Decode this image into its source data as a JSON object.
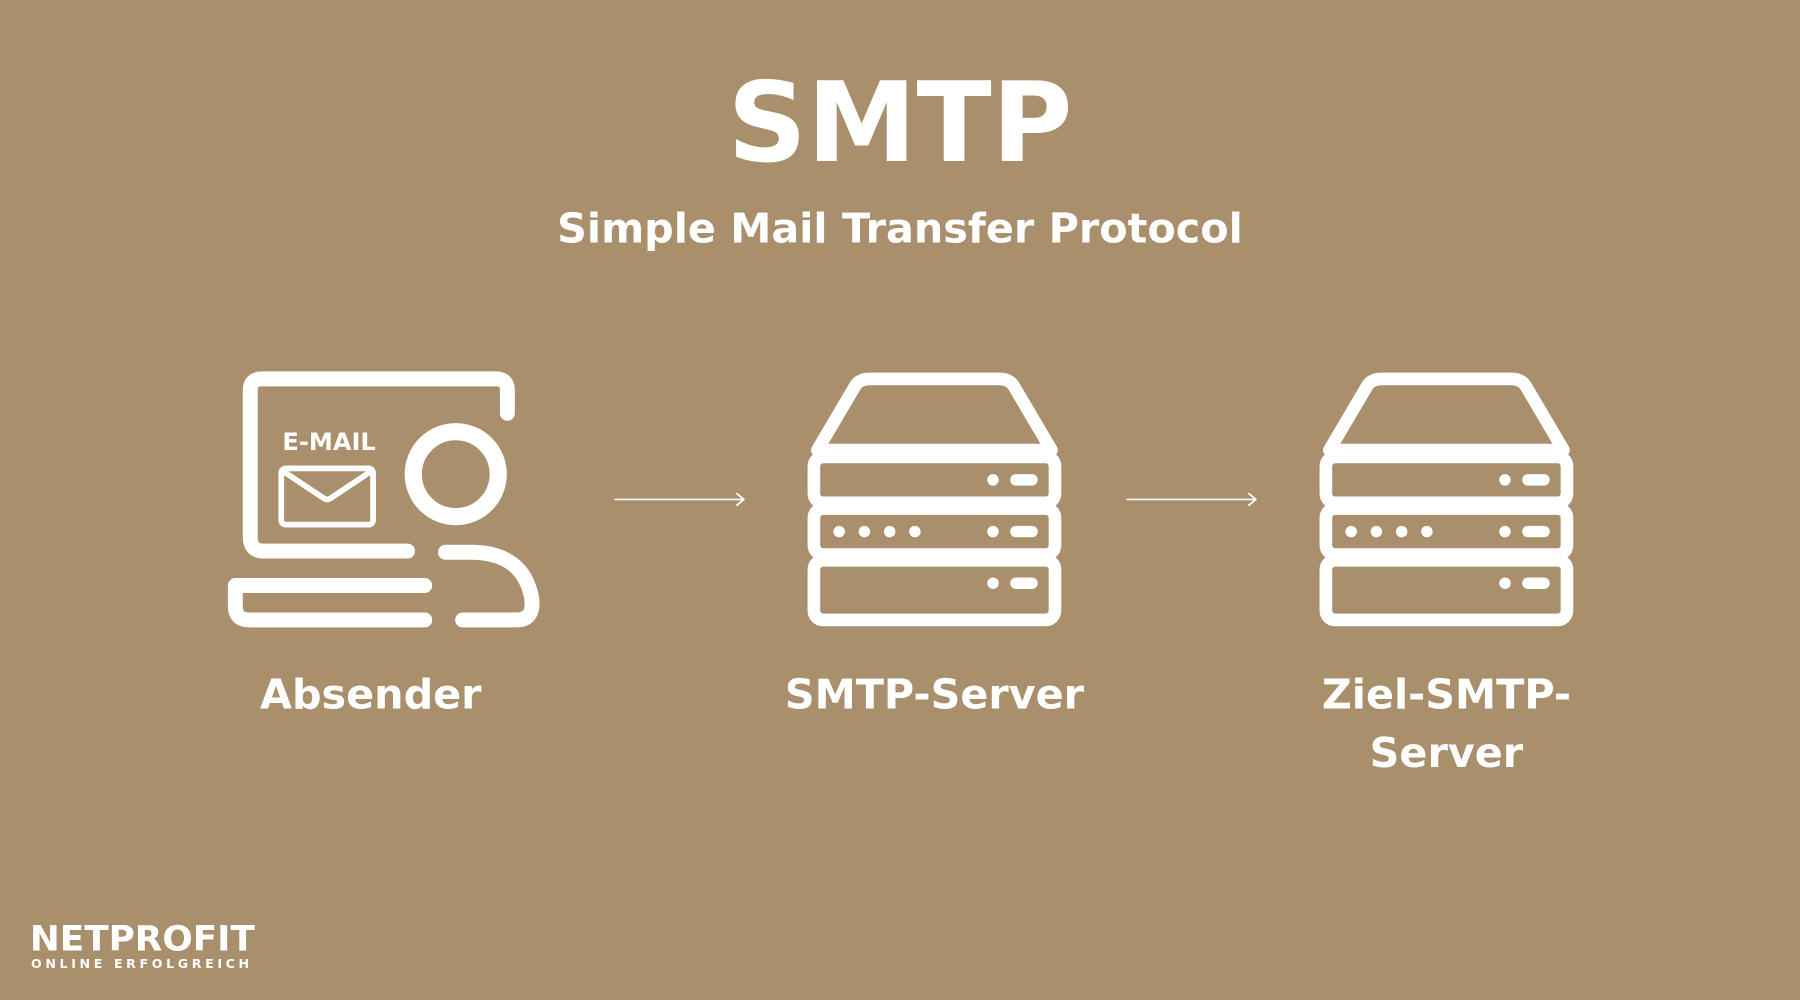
{
  "title": "SMTP",
  "subtitle": "Simple Mail Transfer Protocol",
  "nodes": [
    {
      "label": "Absender",
      "icon": "computer-user-email-icon",
      "icon_text": "E-MAIL"
    },
    {
      "label": "SMTP-Server",
      "icon": "server-icon"
    },
    {
      "label_lines": [
        "Ziel-SMTP-",
        "Server"
      ],
      "icon": "server-icon"
    }
  ],
  "logo": {
    "name": "NETPROFIT",
    "tagline": "ONLINE ERFOLGREICH"
  },
  "colors": {
    "background": "#a98f6c",
    "foreground": "#ffffff"
  }
}
